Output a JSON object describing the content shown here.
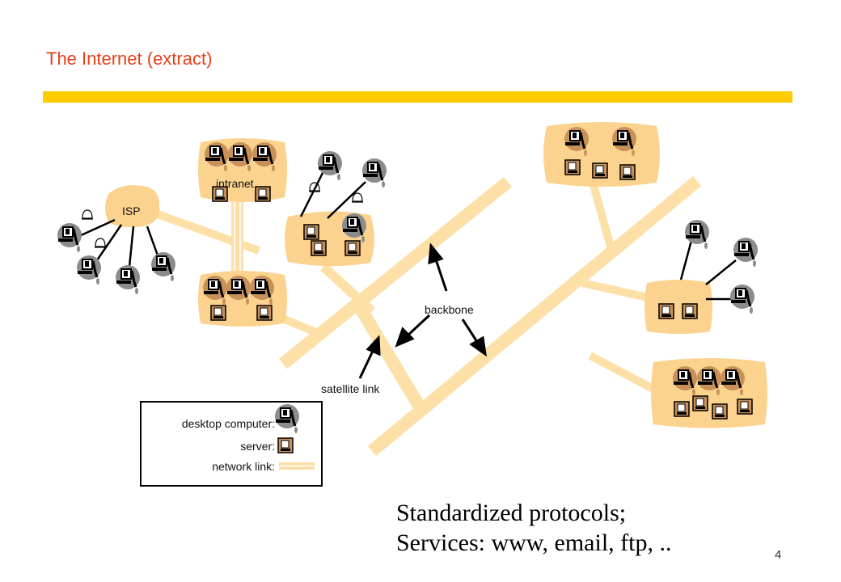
{
  "slide": {
    "title": "The Internet (extract)",
    "page_number": "4"
  },
  "diagram": {
    "labels": {
      "isp": "ISP",
      "intranet": "intranet",
      "backbone": "backbone",
      "satellite_link": "satellite link"
    },
    "legend": {
      "desktop_computer": "desktop computer:",
      "server": "server:",
      "network_link": "network link:"
    }
  },
  "caption": {
    "line1": "Standardized protocols;",
    "line2": "Services: www, email, ftp, .."
  },
  "colors": {
    "title": "#e8401a",
    "accent_bar": "#ffcc00",
    "link": "#fde0a8",
    "cloud": "#fbd38e",
    "device": "#c8915a"
  }
}
